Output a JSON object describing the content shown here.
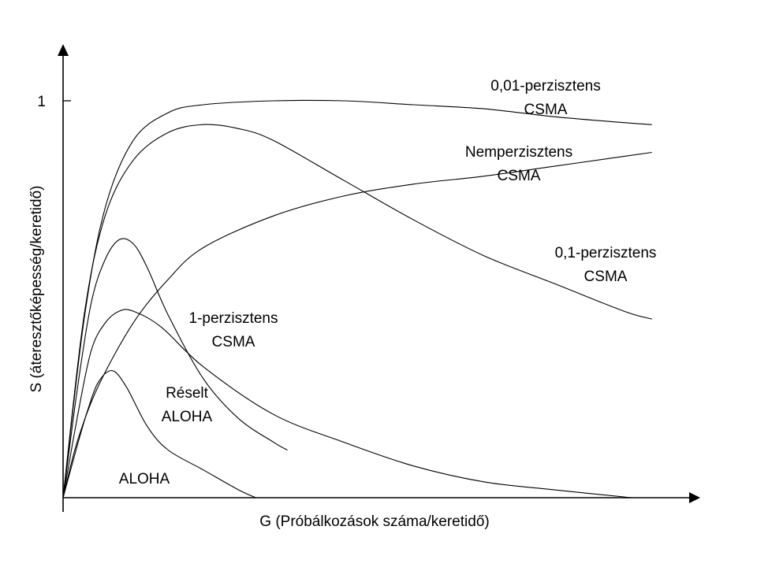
{
  "chart_data": {
    "type": "line",
    "title": "",
    "xlabel": "G (Próbálkozások száma/keretidő)",
    "ylabel": "S (áteresztőképesség/keretidő)",
    "xlim": [
      0,
      9
    ],
    "ylim": [
      0,
      1.1
    ],
    "y_ticks": [
      {
        "value": 1,
        "label": "1"
      }
    ],
    "grid": false,
    "legend": "none",
    "series": [
      {
        "name": "ALOHA",
        "label_lines": [
          "ALOHA"
        ],
        "x": [
          0,
          0.2,
          0.35,
          0.5,
          0.7,
          0.9,
          1.2,
          1.5,
          2.0,
          2.5,
          2.75
        ],
        "y": [
          0,
          0.13,
          0.22,
          0.29,
          0.32,
          0.28,
          0.18,
          0.12,
          0.07,
          0.02,
          0
        ]
      },
      {
        "name": "Réselt ALOHA",
        "label_lines": [
          "Réselt",
          "ALOHA"
        ],
        "x": [
          0,
          0.2,
          0.4,
          0.6,
          0.8,
          1.0,
          1.4,
          2.0,
          3.0,
          4.0,
          5.0,
          6.0,
          7.0,
          8.0,
          8.1
        ],
        "y": [
          0,
          0.2,
          0.37,
          0.44,
          0.47,
          0.47,
          0.43,
          0.33,
          0.21,
          0.14,
          0.08,
          0.04,
          0.02,
          0.002,
          0
        ]
      },
      {
        "name": "1-perzisztens CSMA",
        "label_lines": [
          "1-perzisztens",
          "CSMA"
        ],
        "x": [
          0,
          0.2,
          0.4,
          0.6,
          0.8,
          1.0,
          1.2,
          1.5,
          2.0,
          2.5,
          3.0,
          3.2
        ],
        "y": [
          0,
          0.27,
          0.49,
          0.6,
          0.65,
          0.64,
          0.58,
          0.46,
          0.3,
          0.2,
          0.14,
          0.12
        ]
      },
      {
        "name": "Nemperzisztens CSMA",
        "label_lines": [
          "Nemperzisztens",
          "CSMA"
        ],
        "x": [
          0,
          0.2,
          0.5,
          1.0,
          1.5,
          2.0,
          3.0,
          4.0,
          5.0,
          6.0,
          7.0,
          8.0,
          8.4
        ],
        "y": [
          0,
          0.14,
          0.28,
          0.44,
          0.55,
          0.63,
          0.71,
          0.76,
          0.79,
          0.81,
          0.835,
          0.86,
          0.87
        ]
      },
      {
        "name": "0,1-perzisztens CSMA",
        "label_lines": [
          "0,1-perzisztens",
          "CSMA"
        ],
        "x": [
          0,
          0.3,
          0.6,
          1.0,
          1.5,
          2.0,
          2.5,
          3.0,
          4.0,
          5.0,
          6.0,
          7.0,
          8.0,
          8.4
        ],
        "y": [
          0,
          0.46,
          0.71,
          0.85,
          0.92,
          0.94,
          0.93,
          0.9,
          0.8,
          0.7,
          0.61,
          0.54,
          0.47,
          0.45
        ]
      },
      {
        "name": "0,01-perzisztens CSMA",
        "label_lines": [
          "0,01-perzisztens",
          "CSMA"
        ],
        "x": [
          0,
          0.3,
          0.6,
          1.0,
          1.5,
          2.0,
          3.0,
          4.0,
          5.0,
          6.0,
          7.0,
          8.0,
          8.4
        ],
        "y": [
          0,
          0.45,
          0.73,
          0.9,
          0.97,
          0.99,
          1.0,
          1.0,
          0.99,
          0.98,
          0.96,
          0.945,
          0.94
        ]
      }
    ]
  }
}
